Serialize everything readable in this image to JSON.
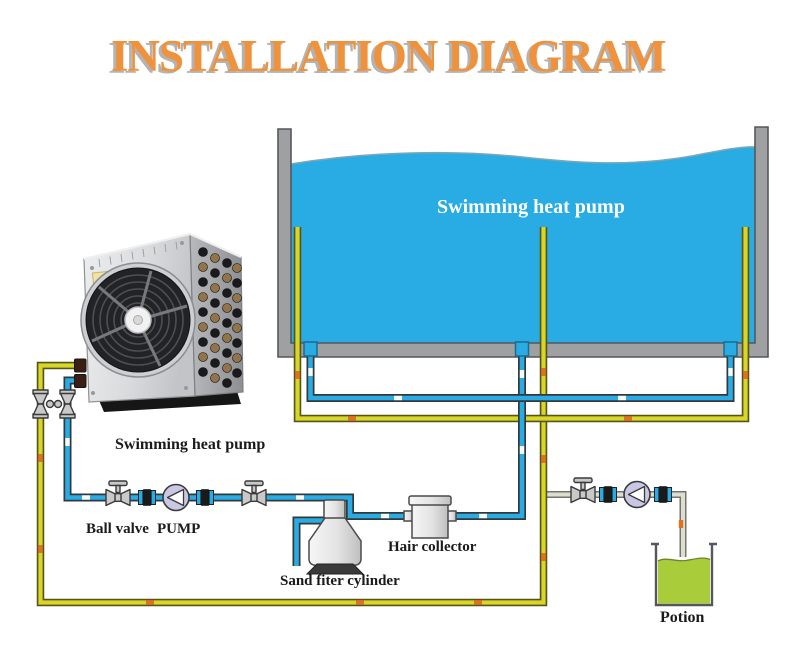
{
  "title": "INSTALLATION DIAGRAM",
  "pool": {
    "water_label": "Swimming heat pump"
  },
  "heat_pump_unit": {
    "label": "Swimming heat pump"
  },
  "labels": {
    "ball_valve": "Ball valve",
    "pump": "PUMP",
    "sand_filter": "Sand fiter cylinder",
    "hair_collector": "Hair collector",
    "potion": "Potion"
  },
  "colors": {
    "title_orange": "#F0923B",
    "title_shadow": "#B3B3B3",
    "water_blue": "#29ACE3",
    "pipe_blue": "#29ACE3",
    "pipe_yellow": "#D9D626",
    "pipe_gray": "#DEDDD2",
    "dash_orange": "#E2711D",
    "wall_gray": "#9EA0A2",
    "valve_gray": "#C9C9C9",
    "pump_lavender": "#CAC7E5",
    "union_cyan": "#29ACE3",
    "potion_green": "#A9CC3B",
    "connector_brown": "#3B1F14",
    "label_black": "#1A1A1A",
    "pool_label_white": "#FFFFFF"
  }
}
